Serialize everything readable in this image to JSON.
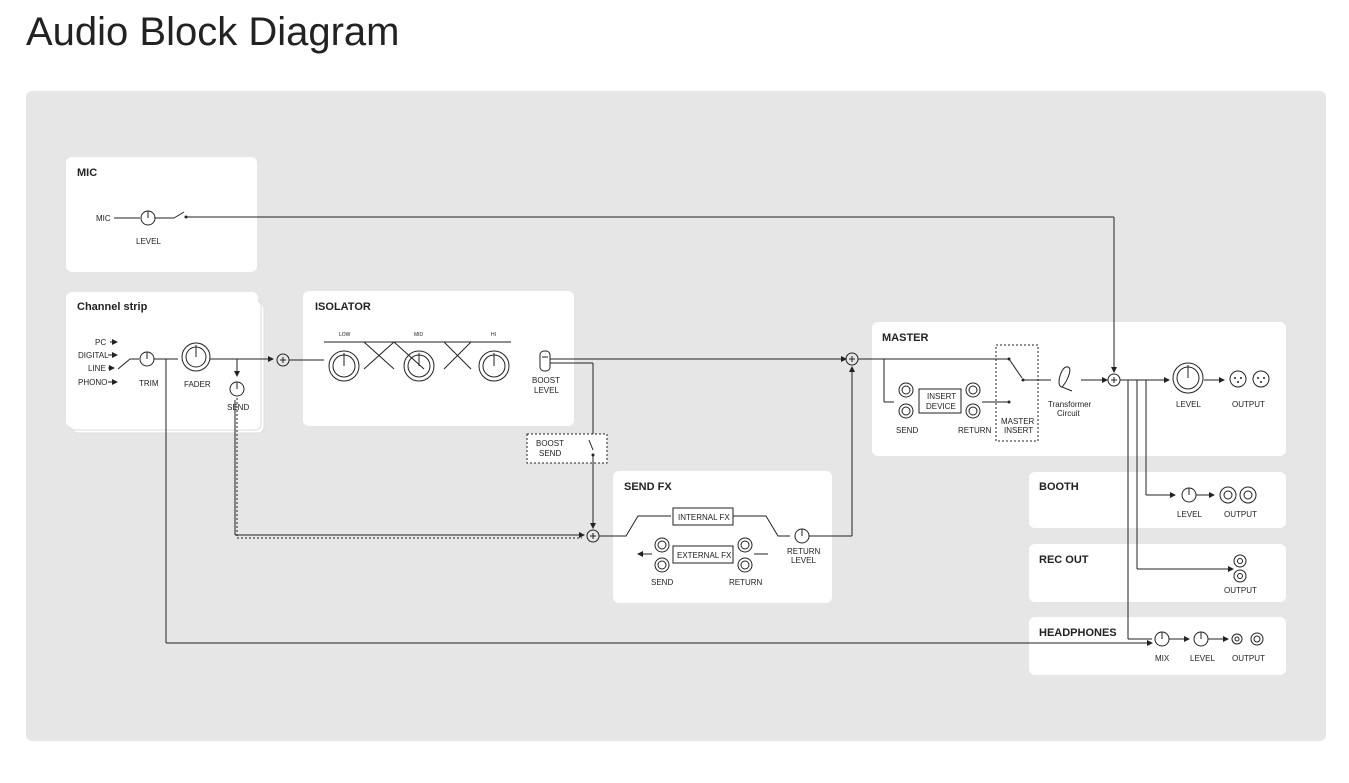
{
  "page": {
    "title": "Audio Block Diagram"
  },
  "mic": {
    "title": "MIC",
    "input": "MIC",
    "level": "LEVEL"
  },
  "channel": {
    "title": "Channel strip",
    "inputs": [
      "PC",
      "DIGITAL",
      "LINE",
      "PHONO"
    ],
    "trim": "TRIM",
    "fader": "FADER",
    "send": "SEND"
  },
  "isolator": {
    "title": "ISOLATOR",
    "low": "LOW",
    "mid": "MID",
    "hi": "HI",
    "boost_level_1": "BOOST",
    "boost_level_2": "LEVEL"
  },
  "boost_send": {
    "line1": "BOOST",
    "line2": "SEND"
  },
  "sendfx": {
    "title": "SEND FX",
    "internal": "INTERNAL FX",
    "external": "EXTERNAL FX",
    "send": "SEND",
    "return": "RETURN",
    "return_level_1": "RETURN",
    "return_level_2": "LEVEL"
  },
  "master": {
    "title": "MASTER",
    "insert_device_1": "INSERT",
    "insert_device_2": "DEVICE",
    "send": "SEND",
    "return": "RETURN",
    "master_insert_1": "MASTER",
    "master_insert_2": "INSERT",
    "transformer_1": "Transformer",
    "transformer_2": "Circuit",
    "level": "LEVEL",
    "output": "OUTPUT"
  },
  "booth": {
    "title": "BOOTH",
    "level": "LEVEL",
    "output": "OUTPUT"
  },
  "recout": {
    "title": "REC OUT",
    "output": "OUTPUT"
  },
  "headphones": {
    "title": "HEADPHONES",
    "mix": "MIX",
    "level": "LEVEL",
    "output": "OUTPUT"
  }
}
